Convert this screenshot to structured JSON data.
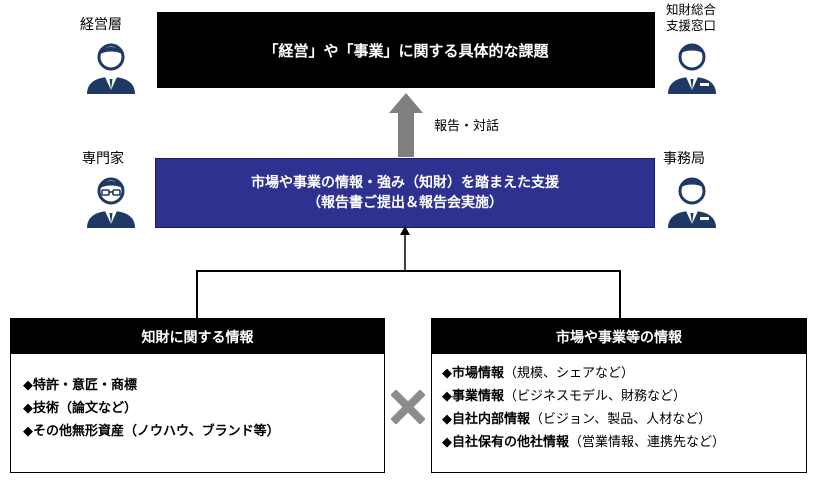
{
  "roles": {
    "management": "経営層",
    "ip_window_line1": "知財総合",
    "ip_window_line2": "支援窓口",
    "expert": "専門家",
    "secretariat": "事務局"
  },
  "top_box": {
    "text": "「経営」や「事業」に関する具体的な課題"
  },
  "arrow_label": "報告・対話",
  "middle_box": {
    "line1": "市場や事業の情報・強み（知財）を踏まえた支援",
    "line2": "（報告書ご提出＆報告会実施）"
  },
  "left_panel": {
    "title": "知財に関する情報",
    "items": [
      {
        "bold": "◆特許・意匠・商標",
        "rest": ""
      },
      {
        "bold": "◆技術（論文など）",
        "rest": ""
      },
      {
        "bold": "◆その他無形資産（ノウハウ、ブランド等）",
        "rest": ""
      }
    ]
  },
  "right_panel": {
    "title": "市場や事業等の情報",
    "items": [
      {
        "bold": "◆市場情報",
        "rest": "（規模、シェアなど）"
      },
      {
        "bold": "◆事業情報",
        "rest": "（ビジネスモデル、財務など）"
      },
      {
        "bold": "◆自社内部情報",
        "rest": "（ビジョン、製品、人材など）"
      },
      {
        "bold": "◆自社保有の他社情報",
        "rest": "（営業情報、連携先など）"
      }
    ]
  },
  "colors": {
    "navy": "#2e3190",
    "person": "#1f3864",
    "arrow": "#7f7f7f",
    "cross": "#8c8c8c"
  }
}
